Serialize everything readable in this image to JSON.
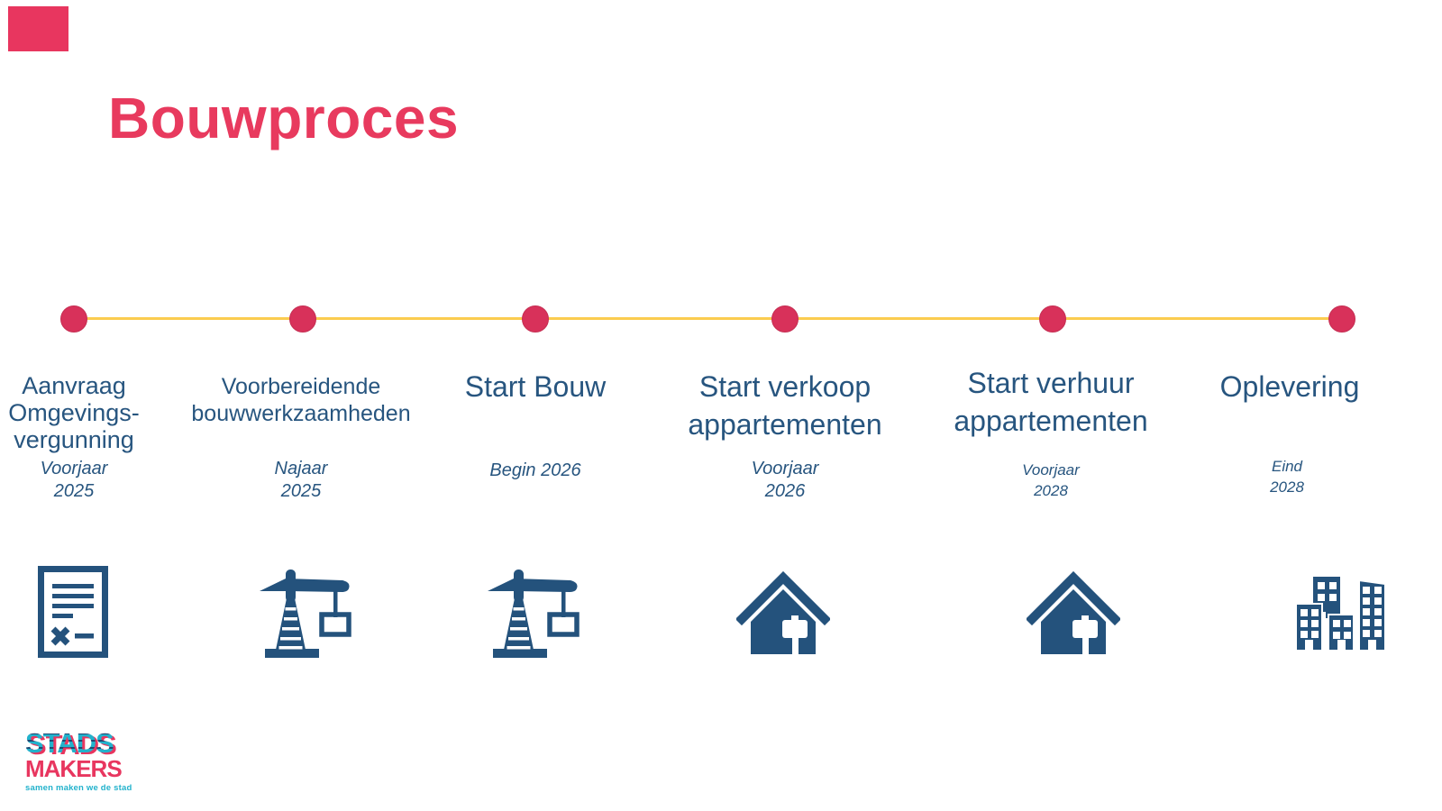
{
  "slide": {
    "title": "Bouwproces",
    "timeline": {
      "milestones": [
        {
          "title": "Aanvraag\nOmgevings-\nvergunning",
          "date": "Voorjaar\n2025",
          "icon": "document-icon"
        },
        {
          "title": "Voorbereidende\nbouwwerkzaamheden",
          "date": "Najaar\n2025",
          "icon": "crane-icon"
        },
        {
          "title": "Start Bouw",
          "date": "Begin 2026",
          "icon": "crane-icon"
        },
        {
          "title": "Start verkoop\nappartementen",
          "date": "Voorjaar\n2026",
          "icon": "house-sale-icon"
        },
        {
          "title": "Start verhuur\nappartementen",
          "date": "Voorjaar\n2028",
          "icon": "house-sale-icon"
        },
        {
          "title": "Oplevering",
          "date": "Eind\n2028",
          "icon": "buildings-icon"
        }
      ]
    },
    "logo": {
      "line1": "STADS",
      "line2": "MAKERS",
      "tagline": "samen maken we de stad"
    },
    "colors": {
      "title_pink": "#E83A5E",
      "brand_pink": "#E8365F",
      "brand_cyan": "#22B2CC",
      "dot_red": "#D8315A",
      "line_gold": "#FBCC4F",
      "text_navy": "#27557F",
      "icon_navy": "#24527C"
    }
  }
}
